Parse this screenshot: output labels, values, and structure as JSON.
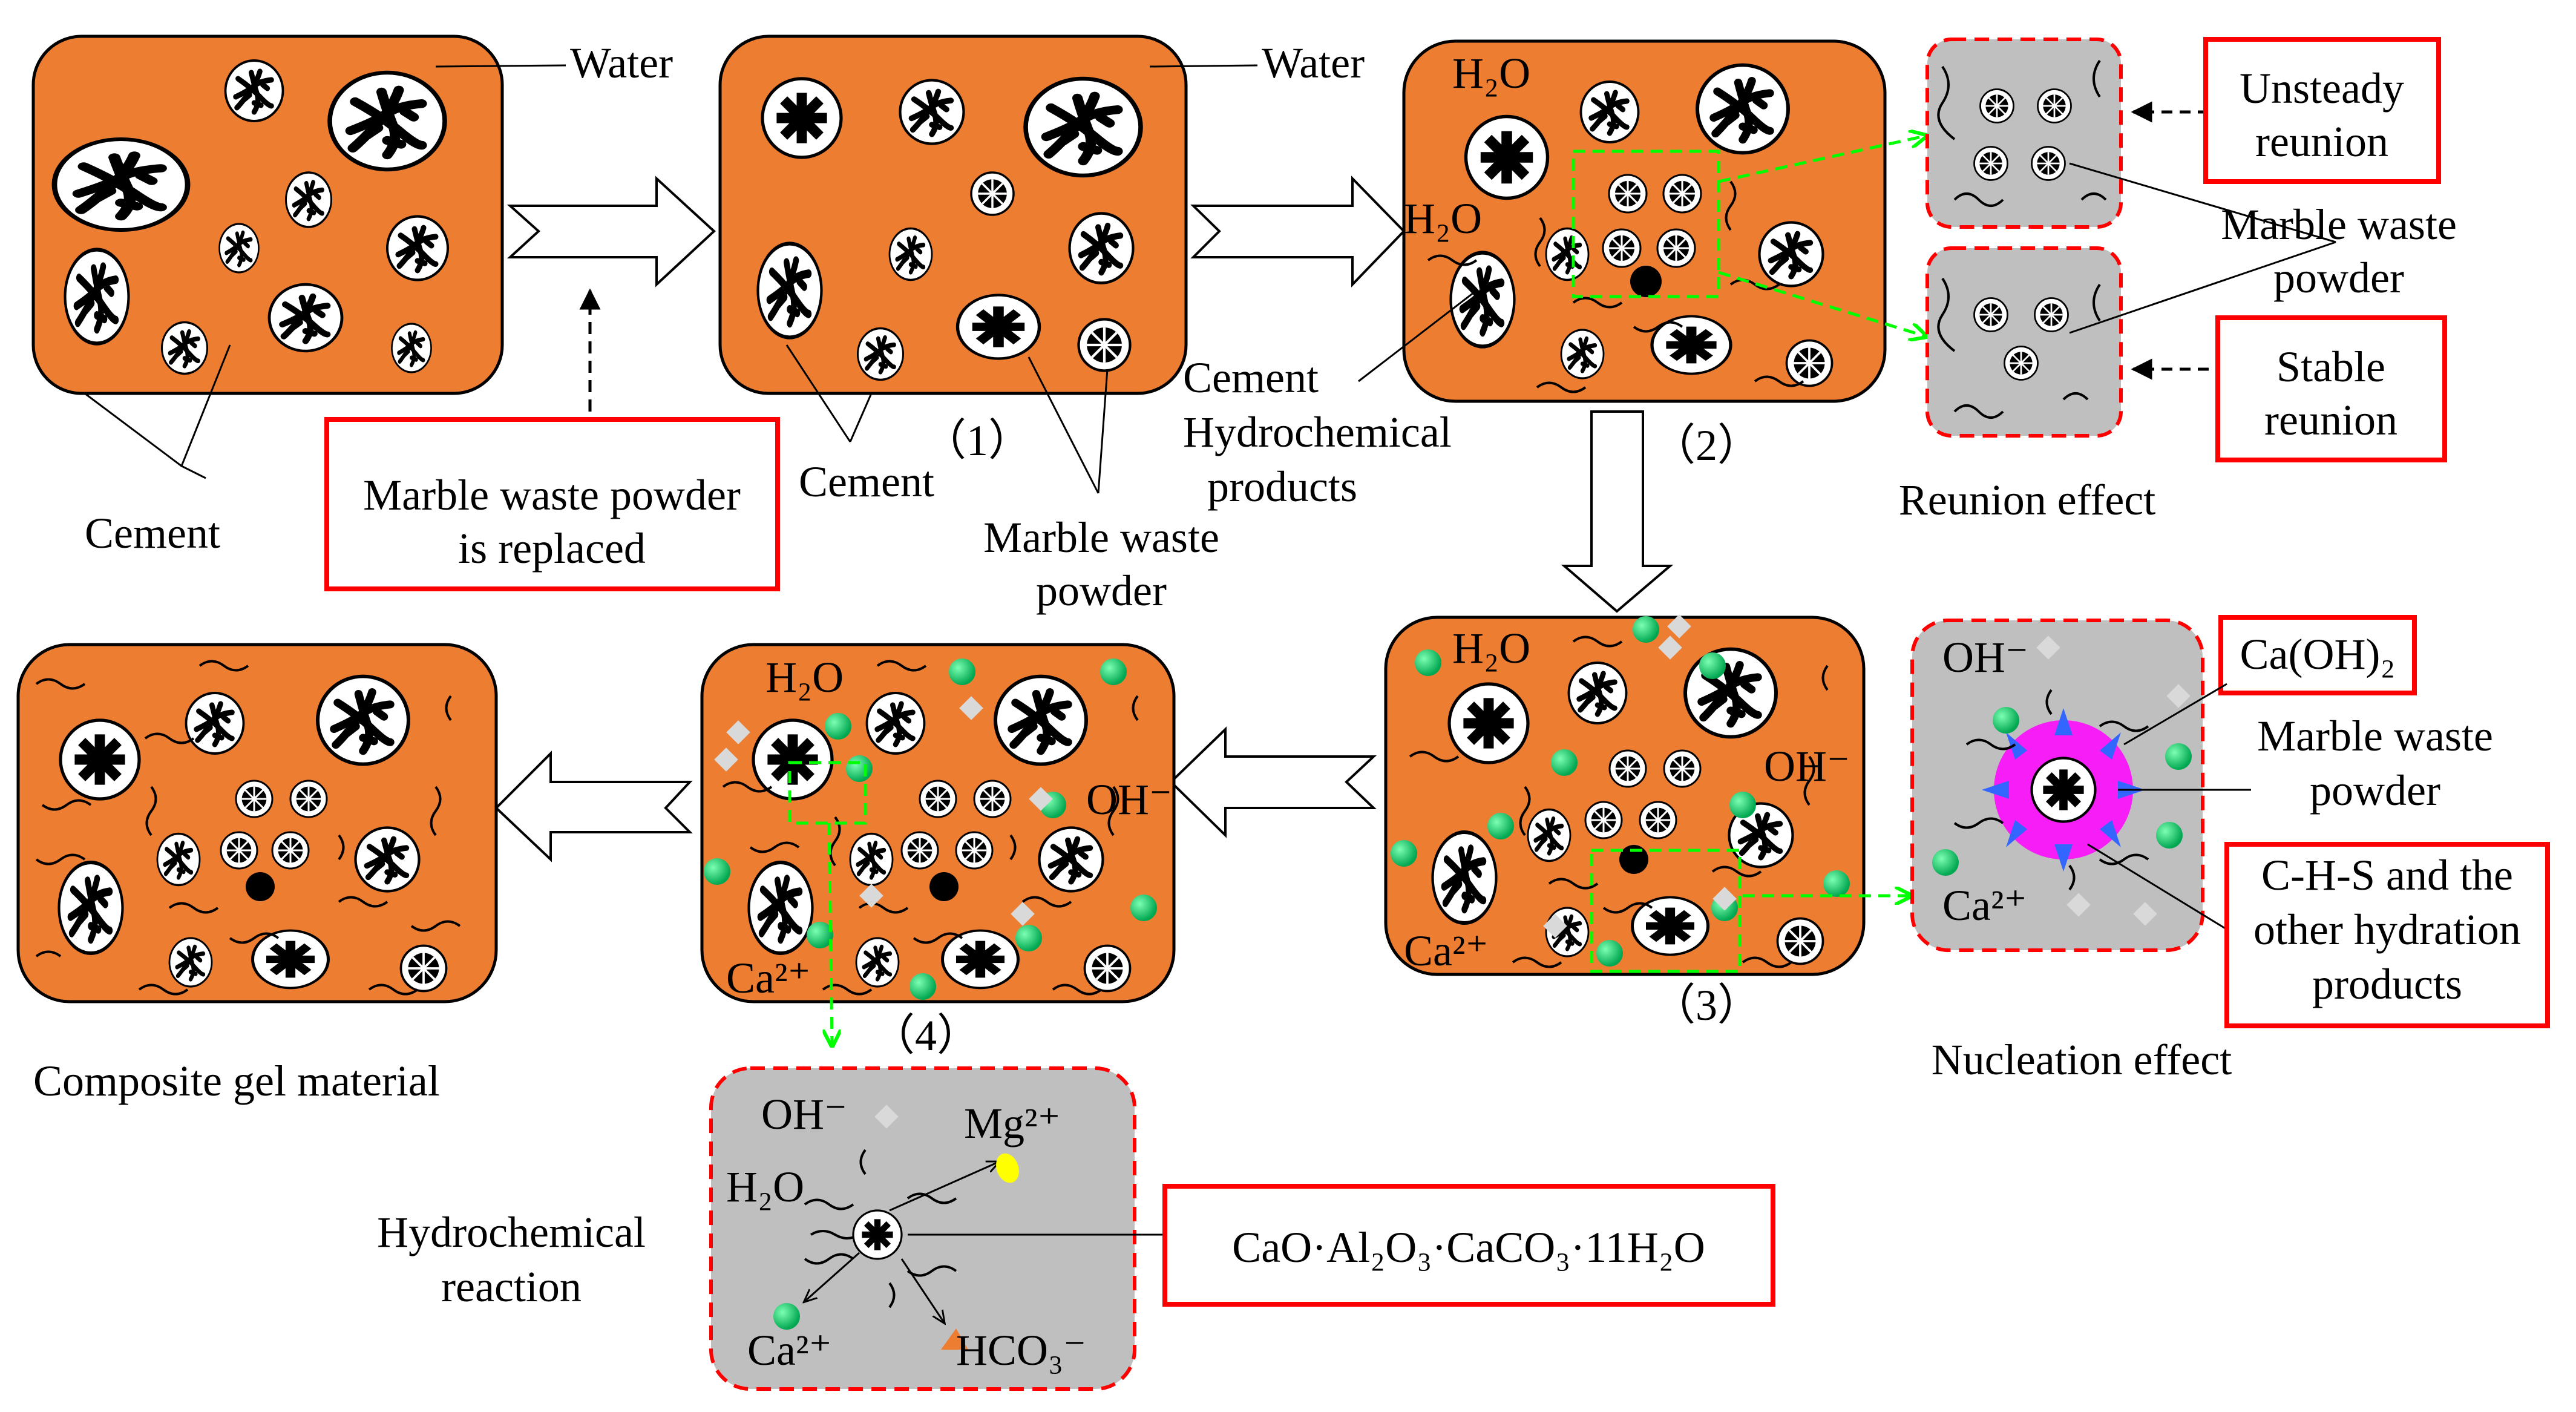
{
  "colors": {
    "paste": "#ED7D31",
    "panel_border": "#000000",
    "zoom_bg": "#BFBFBF",
    "zoom_border": "#FF0000",
    "callout_border": "#FF0000",
    "green_arrow": "#00FF00",
    "ion_green": "#00A650",
    "ion_yellow": "#FFFF00",
    "ion_orange": "#ED7D31",
    "pink": "#FF00FF",
    "blue_star": "#3366FF",
    "diamond": "#D9D9D9"
  },
  "labels": {
    "water_1": "Water",
    "water_2": "Water",
    "cement_1": "Cement",
    "cement_2": "Cement",
    "replaced_line1": "Marble waste powder",
    "replaced_line2": "is replaced",
    "marble_1_line1": "Marble waste",
    "marble_1_line2": "powder",
    "step1": "（1）",
    "step2": "（2）",
    "step3": "（3）",
    "step4": "（4）",
    "h2o_a": "H₂O",
    "h2o_b": "H₂O",
    "hydro_products_line1": "Cement",
    "hydro_products_line2": "Hydrochemical",
    "hydro_products_line3": "products",
    "unsteady_line1": "Unsteady",
    "unsteady_line2": "reunion",
    "stable_line1": "Stable",
    "stable_line2": "reunion",
    "marble_2_line1": "Marble waste",
    "marble_2_line2": "powder",
    "reunion_effect": "Reunion effect",
    "p3_h2o": "H₂O",
    "p3_oh": "OH⁻",
    "p3_ca": "Ca²⁺",
    "p4_h2o": "H₂O",
    "p4_oh": "OH⁻",
    "p4_ca": "Ca²⁺",
    "composite": "Composite gel material",
    "nuc_oh": "OH⁻",
    "nuc_ca": "Ca²⁺",
    "caoh2": "Ca(OH)₂",
    "marble_3_line1": "Marble waste",
    "marble_3_line2": "powder",
    "chs_line1": "C-H-S and the",
    "chs_line2": "other hydration",
    "chs_line3": "products",
    "nucleation_effect": "Nucleation effect",
    "hr_oh": "OH⁻",
    "hr_mg": "Mg²⁺",
    "hr_h2o": "H₂O",
    "hr_ca": "Ca²⁺",
    "hr_hco3": "HCO₃⁻",
    "hydro_reaction_line1": "Hydrochemical",
    "hydro_reaction_line2": "reaction",
    "formula": "CaO·Al₂O₃·CaCO₃·11H₂O"
  }
}
